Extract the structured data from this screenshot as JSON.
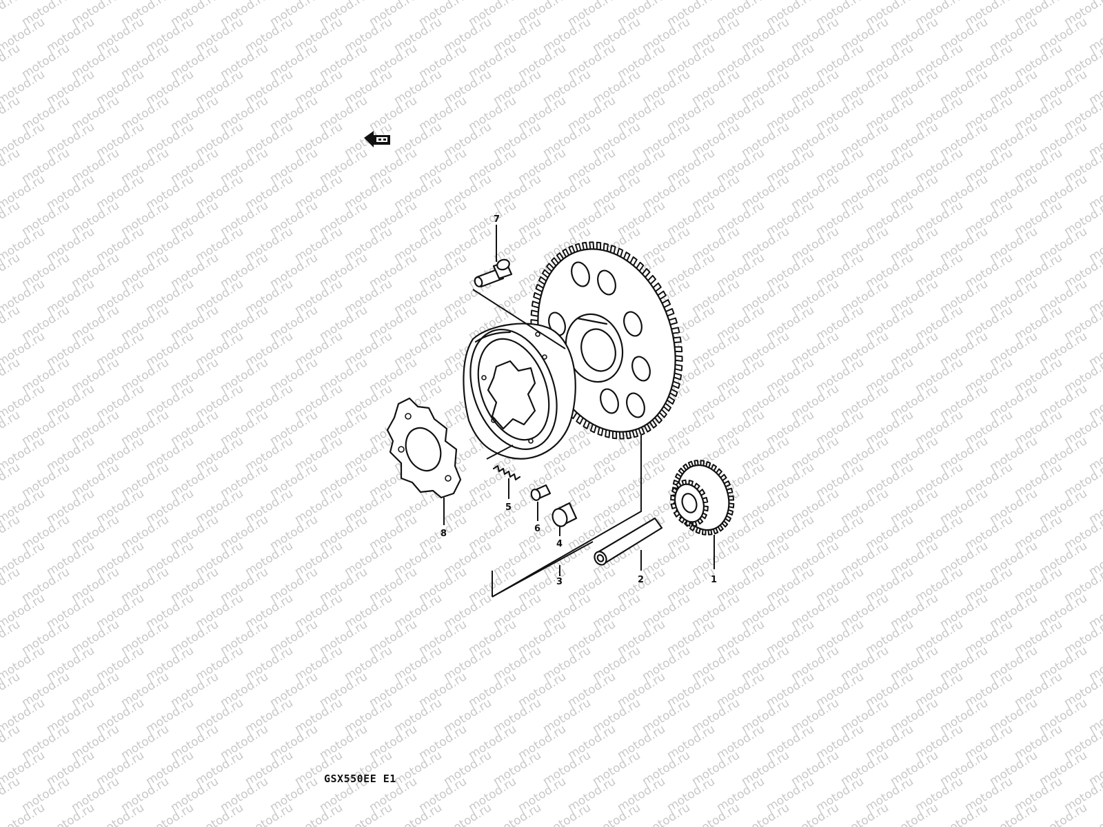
{
  "watermark": {
    "text": "motod.ru",
    "color": "#c8c8c8"
  },
  "diagram": {
    "type": "exploded parts view",
    "callouts": [
      "1",
      "2",
      "3",
      "4",
      "5",
      "6",
      "7",
      "8"
    ],
    "model_code": "GSX550EE E1"
  },
  "icons": {
    "front_arrow": "front-direction-arrow-icon"
  }
}
